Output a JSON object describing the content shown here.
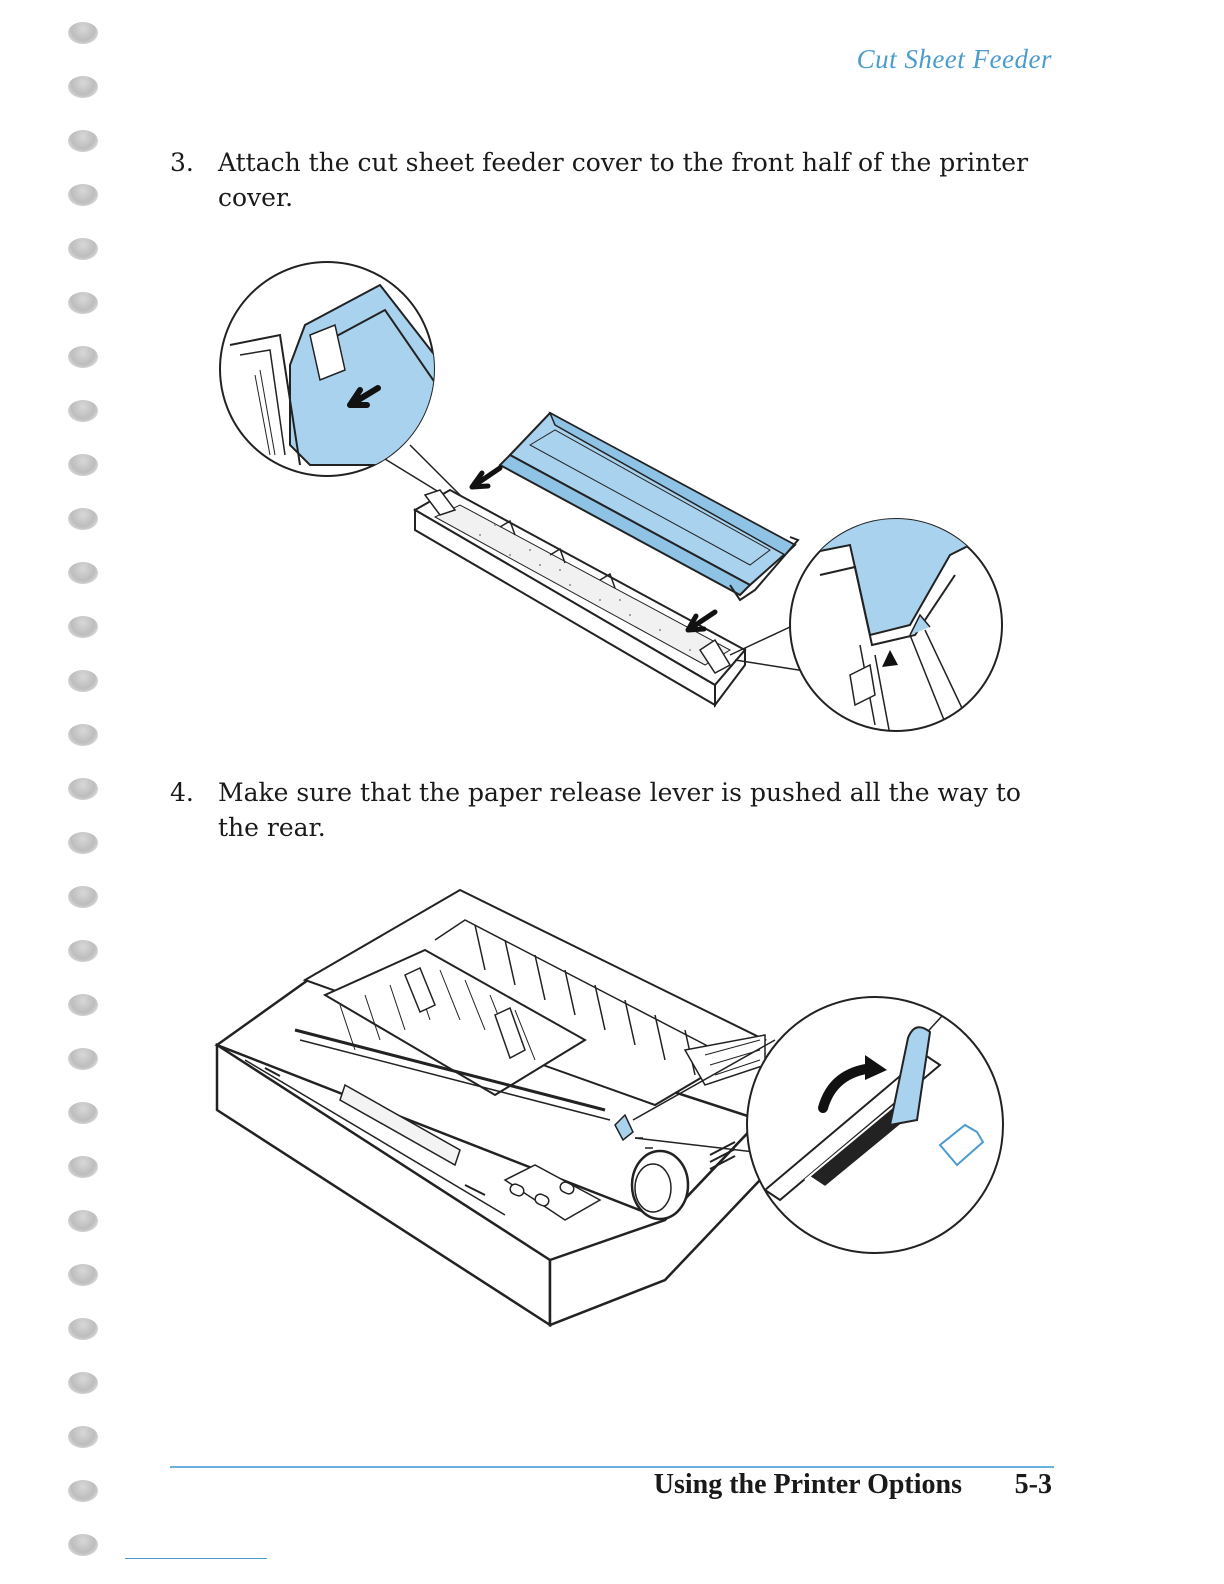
{
  "header": {
    "running_head": "Cut Sheet Feeder"
  },
  "steps": [
    {
      "number": "3.",
      "text": "Attach the cut sheet feeder cover to the front half of the printer cover."
    },
    {
      "number": "4.",
      "text": "Make sure that the paper release lever is pushed all the way to the rear."
    }
  ],
  "footer": {
    "section_title": "Using the Printer Options",
    "page_number": "5-3"
  },
  "colors": {
    "accent": "#4a9bd0",
    "illustration_fill": "#a9d2ee",
    "text": "#1a1a1a"
  }
}
